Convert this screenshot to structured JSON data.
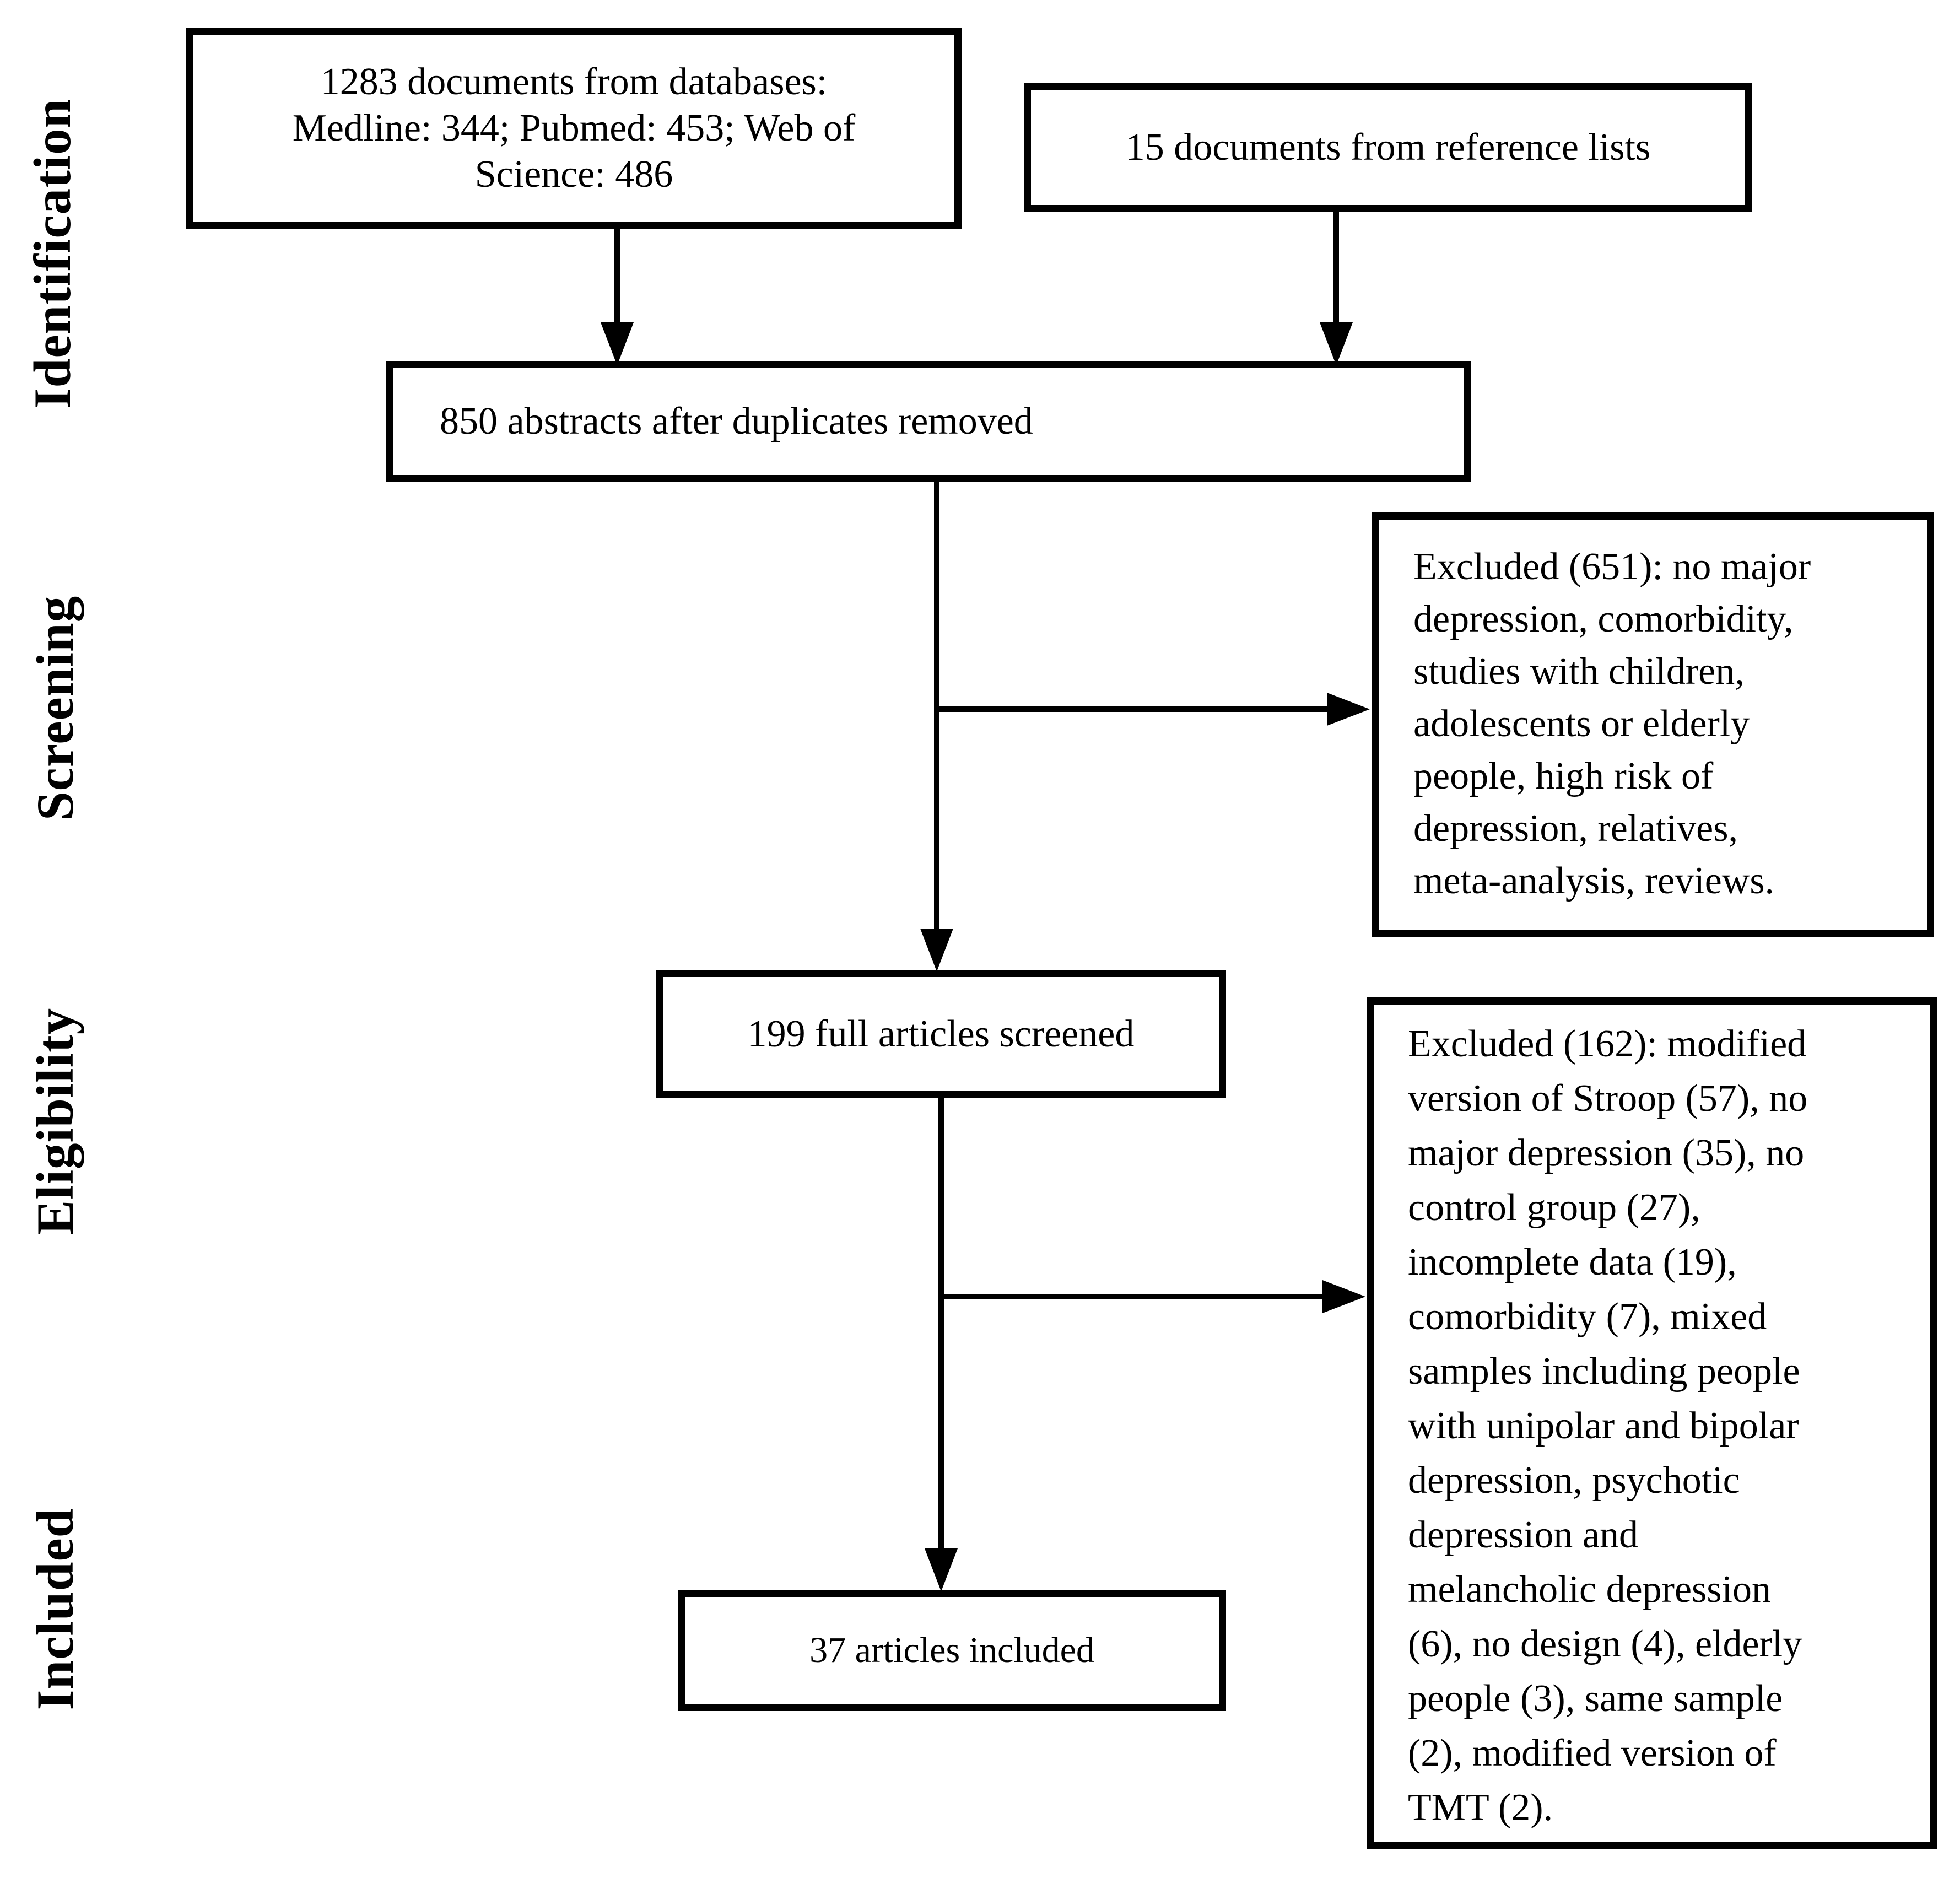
{
  "stages": {
    "identification": "Identification",
    "screening": "Screening",
    "eligibility": "Eligibility",
    "included": "Included"
  },
  "boxes": {
    "databases": {
      "lines": [
        "1283 documents from databases:",
        "Medline: 344; Pubmed: 453; Web of",
        "Science: 486"
      ]
    },
    "reference_lists": {
      "text": "15 documents from reference lists"
    },
    "abstracts": {
      "text": "850 abstracts after duplicates removed"
    },
    "excluded_screening": {
      "lines": [
        "Excluded (651): no major",
        "depression, comorbidity,",
        "studies with children,",
        "adolescents or elderly",
        "people, high risk of",
        "depression, relatives,",
        "meta-analysis, reviews."
      ]
    },
    "full_articles": {
      "text": "199 full articles screened"
    },
    "excluded_eligibility": {
      "lines": [
        "Excluded (162): modified",
        "version of Stroop (57), no",
        "major depression (35), no",
        "control group (27),",
        "incomplete data (19),",
        "comorbidity (7), mixed",
        "samples including people",
        "with unipolar and bipolar",
        "depression, psychotic",
        "depression and",
        "melancholic depression",
        "(6), no design (4), elderly",
        "people (3), same sample",
        "(2), modified version of",
        "TMT (2)."
      ]
    },
    "included_articles": {
      "text": "37 articles included"
    }
  },
  "colors": {
    "line": "#000000",
    "background": "#ffffff",
    "text": "#000000"
  }
}
